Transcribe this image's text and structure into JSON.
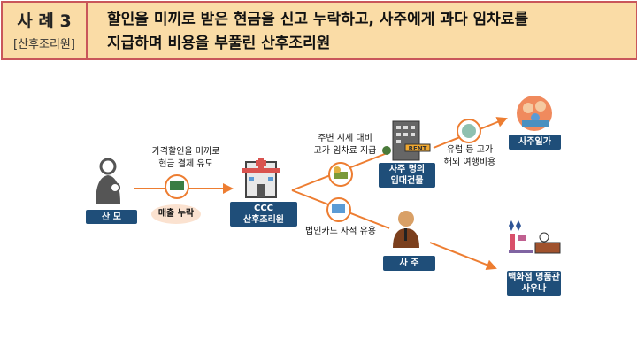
{
  "header": {
    "case": "사 례 3",
    "category": "[산후조리원]",
    "title_line1": "할인을 미끼로 받은 현금을 신고 누락하고, 사주에게 과다 임차료를",
    "title_line2": "지급하며 비용을 부풀린 산후조리원"
  },
  "nodes": {
    "mother": "산 모",
    "clinic_line1": "CCC",
    "clinic_line2": "산후조리원",
    "building_line1": "사주 명의",
    "building_line2": "임대건물",
    "family": "사주일가",
    "owner": "사 주",
    "shop_line1": "백화점 명품관",
    "shop_line2": "사우나",
    "rent_sign": "RENT"
  },
  "annotations": {
    "discount_line1": "가격할인을 미끼로",
    "discount_line2": "현금 결제 유도",
    "omission": "매출 누락",
    "rent_line1": "주변 시세 대비",
    "rent_line2": "고가 임차료 지급",
    "card": "법인카드 사적 유용",
    "travel_line1": "유럽 등 고가",
    "travel_line2": "해외 여행비용"
  },
  "colors": {
    "accent": "#ed7d31",
    "label_bg": "#1f4e79",
    "header_bg": "#fadca6",
    "header_border": "#c9565a"
  }
}
